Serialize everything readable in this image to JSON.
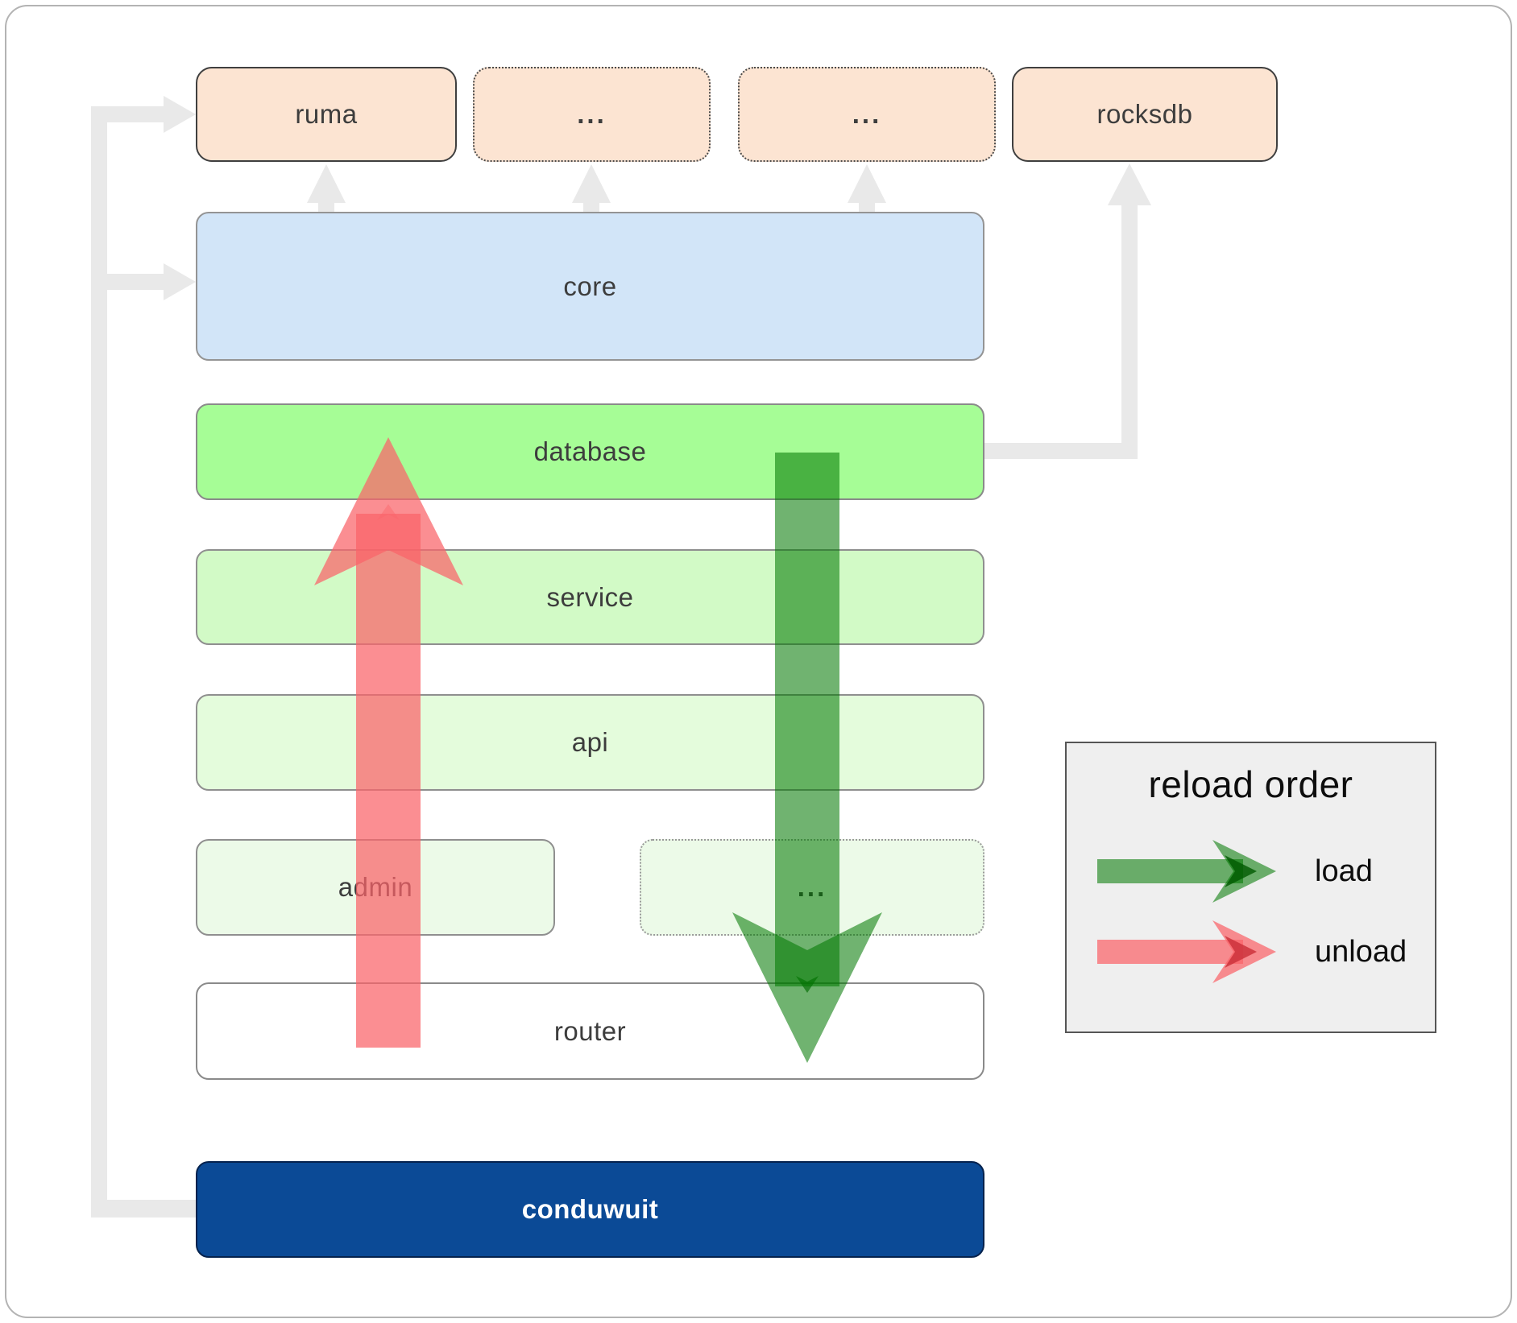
{
  "diagram": {
    "top_row": [
      {
        "label": "ruma"
      },
      {
        "label": "..."
      },
      {
        "label": "..."
      },
      {
        "label": "rocksdb"
      }
    ],
    "layers": [
      {
        "label": "core"
      },
      {
        "label": "database"
      },
      {
        "label": "service"
      },
      {
        "label": "api"
      }
    ],
    "admin_row": [
      {
        "label": "admin"
      },
      {
        "label": "..."
      }
    ],
    "router": {
      "label": "router"
    },
    "app": {
      "label": "conduwuit"
    }
  },
  "legend": {
    "title": "reload order",
    "items": [
      {
        "label": "load",
        "color": "rgba(0,120,0,0.56)"
      },
      {
        "label": "unload",
        "color": "rgba(250,100,105,0.73)"
      }
    ]
  },
  "colors": {
    "external_fill": "#fce4d2",
    "core_fill": "#d2e5f8",
    "database_fill": "#a6fd96",
    "service_fill": "#d2fac6",
    "api_fill": "#e4fcdc",
    "admin_fill": "#ecfae8",
    "router_fill": "#ffffff",
    "app_fill": "#0b4a96",
    "connector_gray": "#e9e9e9",
    "load_green": "rgba(0,120,0,0.56)",
    "unload_red": "rgba(250,100,105,0.73)"
  }
}
